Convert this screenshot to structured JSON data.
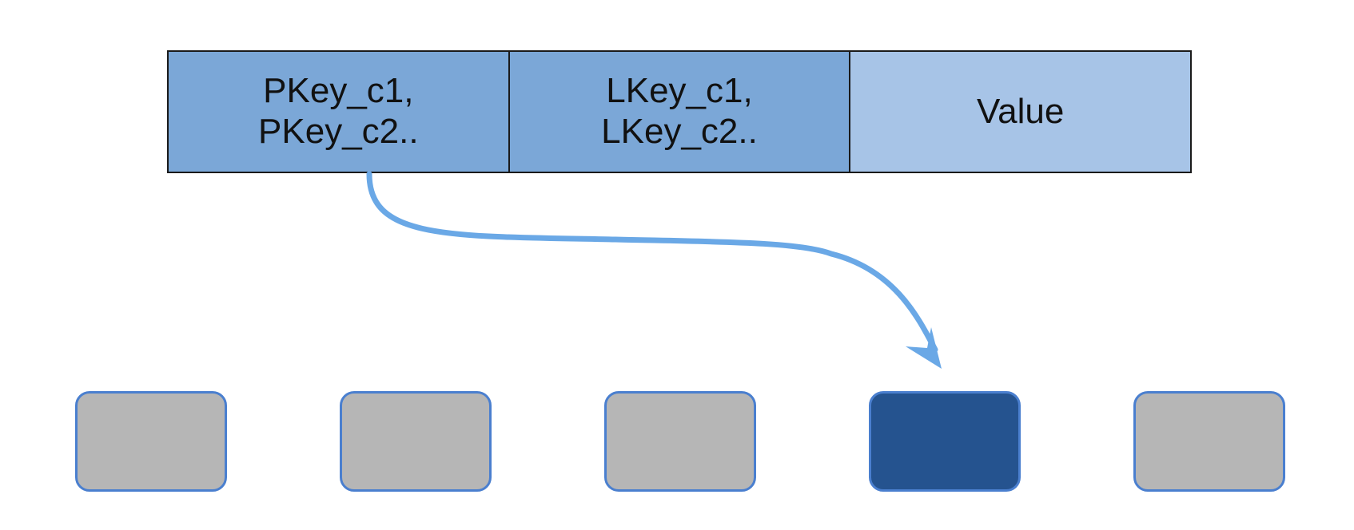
{
  "row": {
    "cells": [
      {
        "label": "PKey_c1,\nPKey_c2..",
        "kind": "key"
      },
      {
        "label": "LKey_c1,\nLKey_c2..",
        "kind": "key"
      },
      {
        "label": "Value",
        "kind": "value"
      }
    ]
  },
  "nodes": [
    {
      "state": "inactive"
    },
    {
      "state": "inactive"
    },
    {
      "state": "inactive"
    },
    {
      "state": "active"
    },
    {
      "state": "inactive"
    }
  ],
  "colors": {
    "key_cell": "#7ba7d7",
    "value_cell": "#a7c4e7",
    "arrow": "#6aa8e6",
    "node_inactive": "#b6b6b6",
    "node_active": "#25538f",
    "node_border": "#4a7fcf"
  },
  "arrow": {
    "from": "row.cells.0",
    "to": "nodes.3"
  }
}
